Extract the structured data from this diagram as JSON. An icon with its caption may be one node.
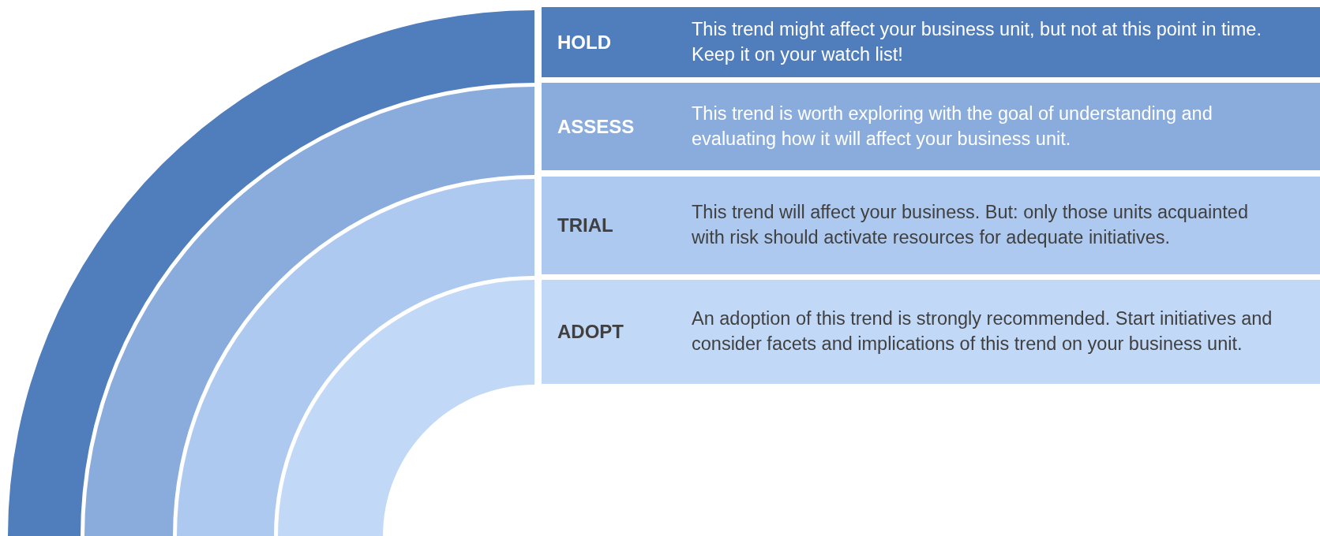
{
  "diagram": {
    "nodes": [
      {
        "text": [
          "HOLD",
          "This trend might affect your business unit, but not at this point in time. Keep it on your watch list!"
        ]
      },
      {
        "text": [
          "ASSESS",
          "This trend is worth exploring with the goal of understanding and evaluating how it will affect your business unit."
        ]
      },
      {
        "text": [
          "TRIAL",
          "This trend will affect your business. But: only those units acquainted with risk should activate resources for adequate initiatives."
        ]
      },
      {
        "text": [
          "ADOPT",
          "An adoption of this trend is strongly recommended. Start initiatives and consider facets and implications of this trend on your business unit."
        ]
      }
    ]
  }
}
